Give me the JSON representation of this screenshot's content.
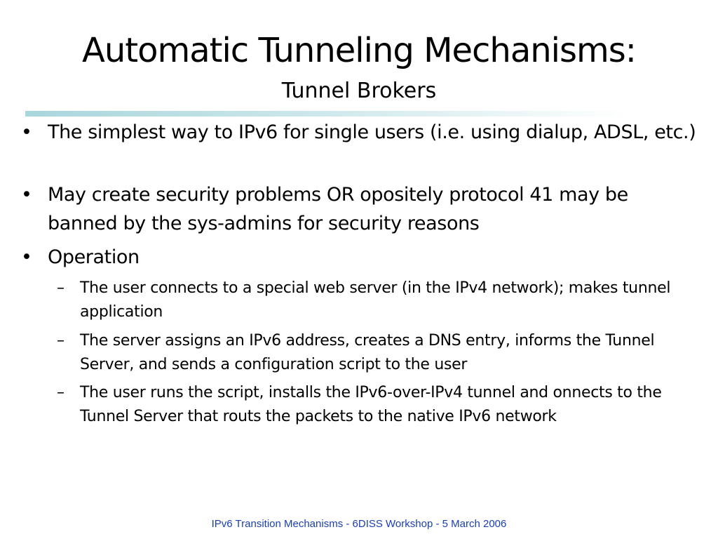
{
  "slide": {
    "title": "Automatic Tunneling Mechanisms:",
    "subtitle": "Tunnel Brokers",
    "bullets": [
      {
        "marker": "•",
        "text": "The simplest way to IPv6 for single users (i.e. using dialup, ADSL, etc.)"
      },
      {
        "marker": "•",
        "text": "May create security problems OR opositely protocol 41 may be banned by the sys-admins for security reasons"
      },
      {
        "marker": "•",
        "text": "Operation",
        "subitems": [
          {
            "marker": "–",
            "text": "The user connects to a special web server (in the IPv4 network); makes tunnel application"
          },
          {
            "marker": "–",
            "text": "The server assigns an IPv6 address, creates a DNS entry, informs the Tunnel Server, and sends a configuration script to the user"
          },
          {
            "marker": "–",
            "text": "The user runs the script, installs the IPv6-over-IPv4 tunnel and onnects to the Tunnel Server that routs the packets to the native IPv6 network"
          }
        ]
      }
    ],
    "footer": "IPv6 Transition Mechanisms - 6DISS Workshop - 5 March 2006"
  },
  "colors": {
    "text": "#000000",
    "footer": "#1a3fb0",
    "divider": "#a8d6dc"
  }
}
